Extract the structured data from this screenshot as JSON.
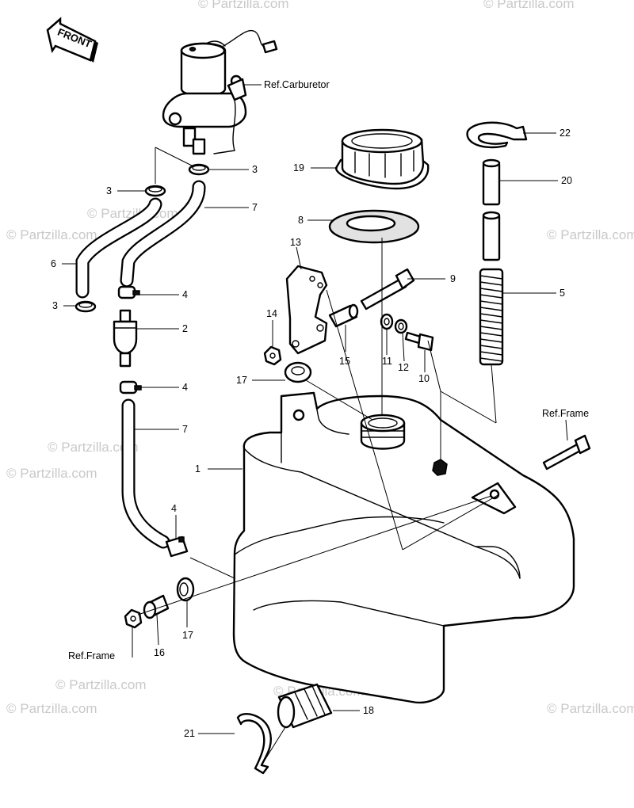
{
  "watermark": "© Partzilla.com",
  "front_badge": "FRONT",
  "callouts": {
    "c1": "1",
    "c2": "2",
    "c3a": "3",
    "c3b": "3",
    "c3c": "3",
    "c4a": "4",
    "c4b": "4",
    "c4c": "4",
    "c5": "5",
    "c6": "6",
    "c7a": "7",
    "c7b": "7",
    "c8": "8",
    "c9": "9",
    "c10": "10",
    "c11": "11",
    "c12": "12",
    "c13": "13",
    "c14": "14",
    "c15": "15",
    "c16": "16",
    "c17a": "17",
    "c17b": "17",
    "c18": "18",
    "c19": "19",
    "c20": "20",
    "c21": "21",
    "c22": "22"
  },
  "references": {
    "carburetor": "Ref.Carburetor",
    "frame_right": "Ref.Frame",
    "frame_left": "Ref.Frame"
  }
}
